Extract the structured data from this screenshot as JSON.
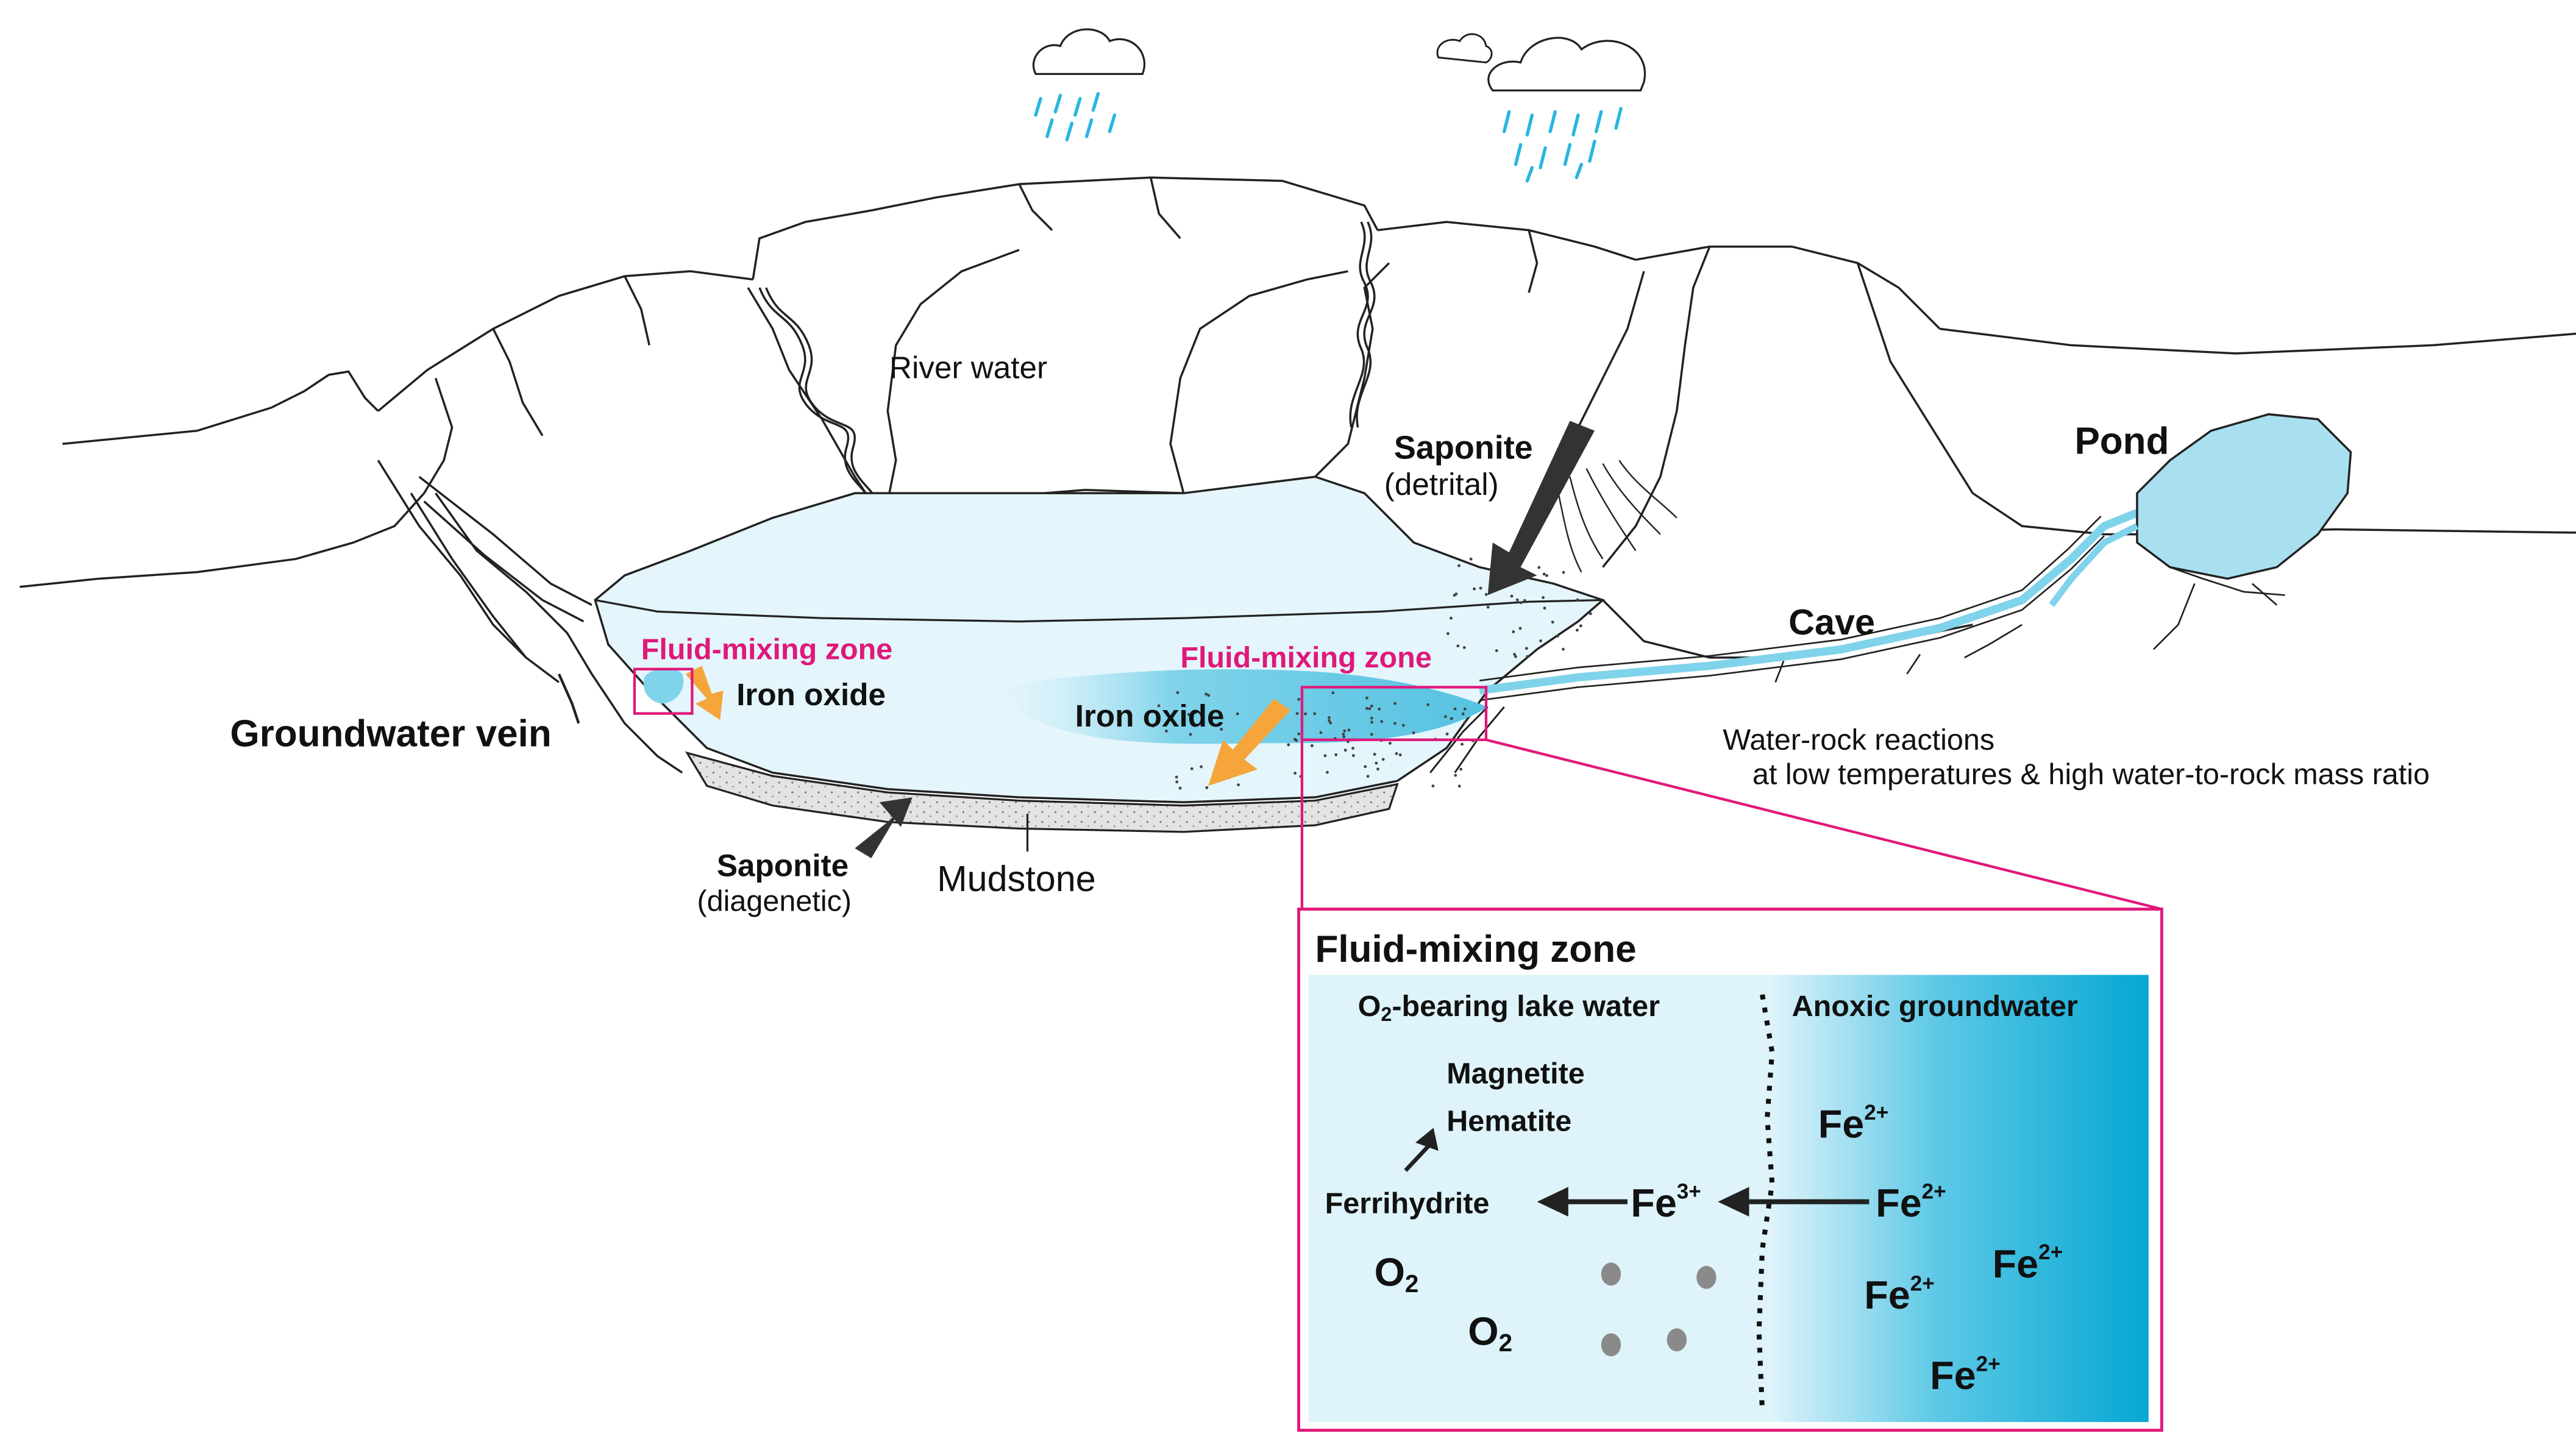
{
  "labels": {
    "river_water": "River water",
    "saponite_detrital": "Saponite",
    "saponite_detrital_sub": "(detrital)",
    "pond": "Pond",
    "cave": "Cave",
    "groundwater_vein": "Groundwater vein",
    "fluid_mixing_left": "Fluid-mixing zone",
    "fluid_mixing_center": "Fluid-mixing zone",
    "iron_oxide_left": "Iron oxide",
    "iron_oxide_center": "Iron oxide",
    "saponite_diagenetic": "Saponite",
    "saponite_diagenetic_sub": "(diagenetic)",
    "mudstone": "Mudstone",
    "water_rock_line1": "Water-rock reactions",
    "water_rock_line2": "at low temperatures & high water-to-rock mass ratio"
  },
  "inset": {
    "title": "Fluid-mixing zone",
    "lake_water_prefix": "O",
    "lake_water_sub": "2",
    "lake_water_suffix": "-bearing lake water",
    "groundwater": "Anoxic groundwater",
    "magnetite": "Magnetite",
    "hematite": "Hematite",
    "ferrihydrite": "Ferrihydrite",
    "fe_base": "Fe",
    "fe3_charge": "3+",
    "fe2_charge": "2+",
    "o2_base": "O",
    "o2_sub": "2"
  },
  "colors": {
    "water_light": "#e4f5fb",
    "water_blue": "#7fd3ea",
    "groundwater_deep": "#0aaed6",
    "accent_pink": "#e0187a",
    "iron_arrow": "#f5a53a",
    "saponite_arrow": "#333333",
    "rain": "#29b6e0"
  },
  "icons": [
    "rain-cloud-icon",
    "iron-oxide-arrow-icon",
    "saponite-arrow-icon"
  ]
}
